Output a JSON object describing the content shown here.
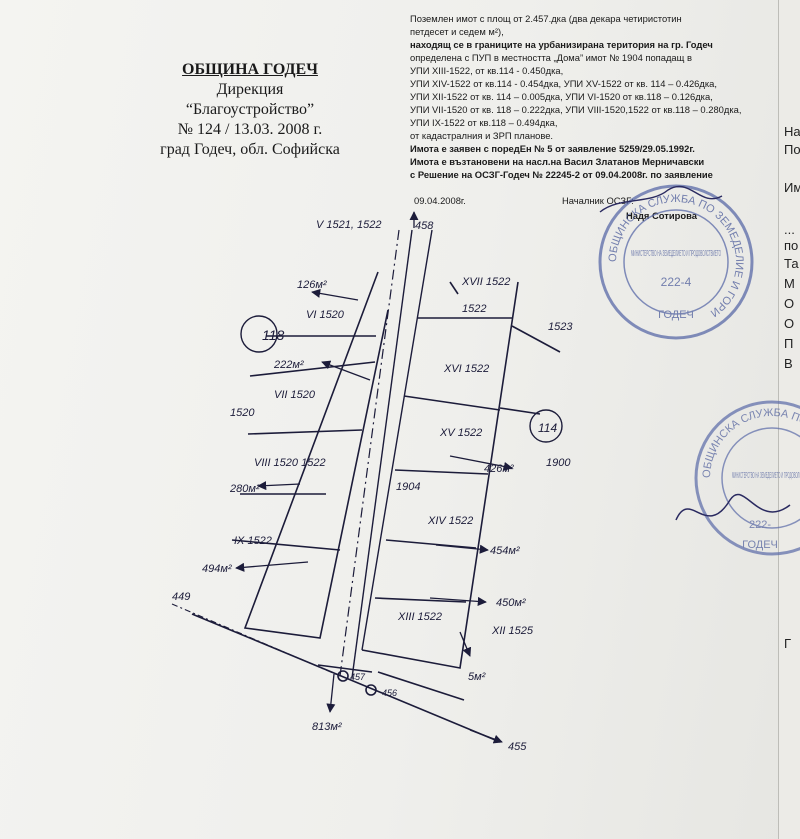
{
  "header_left": {
    "municipality": "ОБЩИНА ГОДЕЧ",
    "directorate": "Дирекция",
    "department": "“Благоустройство”",
    "number_line": "№ 124 / 13.03. 2008 г.",
    "city": "град Годеч, обл. Софийска"
  },
  "header_right": {
    "lines": [
      "Поземлен имот с площ от  2.457.дка  (два декара четиристотин",
      "петдесет и седем  м²),",
      "находящ се в границите на урбанизирана територия на гр. Годеч",
      "определена с ПУП в местността „Дома” имот № 1904 попадащ в",
      "УПИ XIII-1522, от кв.114 -  0.450дка,",
      "УПИ XIV-1522 от кв.114 -  0.454дка, УПИ XV-1522 от кв. 114 – 0.426дка,",
      "УПИ XII-1522 от кв. 114 – 0.005дка, УПИ VI-1520 от кв.118 – 0.126дка,",
      "УПИ VII-1520 от кв. 118 – 0.222дка, УПИ VIII-1520,1522 от кв.118 – 0.280дка,",
      "УПИ IX-1522 от кв.118 – 0.494дка,",
      " от кадастралния  и ЗРП планове.",
      "Имота е заявен с поредЕн № 5 от заявление 5259/29.05.1992г.",
      "Имота е възтановени на насл.на Васил Златанов Мерничавски",
      "с Решение на ОСЗГ-Годеч № 22245-2 от 09.04.2008г. по заявление"
    ],
    "bold_lines": [
      2,
      10,
      11,
      12
    ],
    "date": "09.04.2008г.",
    "chief_label": "Началник ОСЗГ:",
    "chief_name": "Надя Сотирова"
  },
  "stamp": {
    "ring_text": "ОБЩИНСКА СЛУЖБА ПО ЗЕМЕДЕЛИЕ И ГОРИ",
    "inner": "МИНИСТЕРСТВО НА ЗЕМЕДЕЛИЕТО И ПРОДОВОЛСТВИЕТО",
    "code": "222-4",
    "town": "ГОДЕЧ"
  },
  "stamp2": {
    "ring_text": "ОБЩИНСКА СЛУЖБА ПО",
    "inner": "МИНИСТЕРСТВО НА ЗЕМЕДЕЛИЕТО И ПРОДОВОЛСТВИЕТО",
    "code": "222-",
    "town": "ГОДЕЧ"
  },
  "edge_letters": [
    "На",
    "По",
    "Им",
    "...",
    "по",
    "Та",
    "М",
    "О",
    "О",
    "П",
    "В",
    "Г"
  ],
  "plan": {
    "block_118": "118",
    "block_114": "114",
    "labels": {
      "v1521": "V 1521, 1522",
      "n458": "458",
      "xvii": "XVII 1522",
      "a126": "126м²",
      "vi1520": "VI 1520",
      "p1522": "1522",
      "p1523": "1523",
      "a222": "222м²",
      "xvi": "XVI 1522",
      "vii1520": "VII 1520",
      "p1520": "1520",
      "xv": "XV 1522",
      "a426": "426м²",
      "p1900": "1900",
      "viii": "VIII 1520 1522",
      "p1904": "1904",
      "a280": "280м²",
      "xiv": "XIV 1522",
      "ix": "IX 1522",
      "a454": "454м²",
      "a494": "494м²",
      "n449": "449",
      "xiii": "XIII 1522",
      "a450": "450м²",
      "xii": "XII 1525",
      "n457": "457",
      "a5": "5м²",
      "n456": "456",
      "a813": "813м²",
      "n455": "455"
    }
  }
}
